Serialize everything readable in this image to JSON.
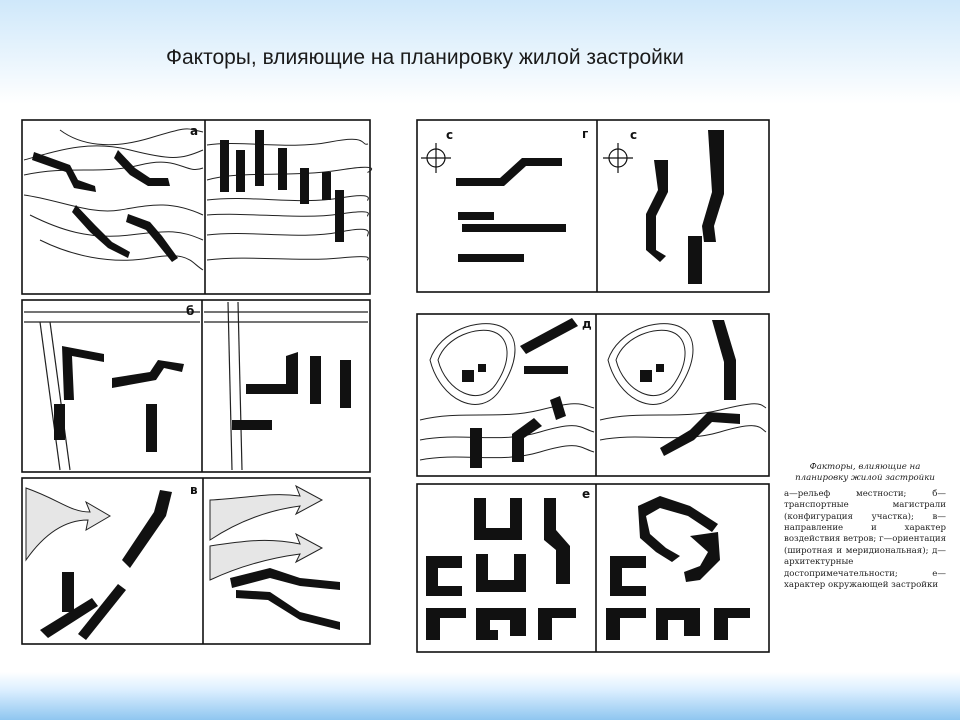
{
  "title": "Факторы, влияющие на планировку жилой застройки",
  "panel_labels": {
    "a": "а",
    "b": "б",
    "v": "в",
    "g": "г",
    "d": "д",
    "e": "е",
    "s1": "с",
    "s2": "с"
  },
  "caption": {
    "title": "Факторы, влияющие на планировку жилой застройки",
    "body": "а—рельеф местности; б—транспортные магистрали (конфигурация участка); в—направление и характер воздействия ветров; г—ориентация (широтная и меридиональная); д—архитектурные достопримечательности; е—характер окружающей застройки"
  },
  "colors": {
    "ink": "#111111",
    "paper": "#ffffff"
  }
}
